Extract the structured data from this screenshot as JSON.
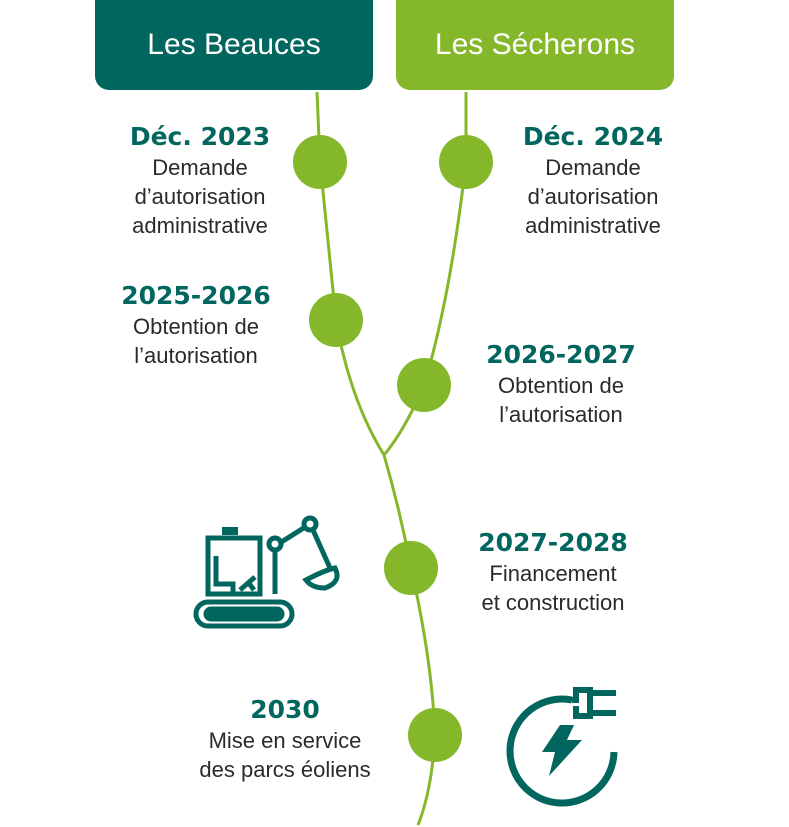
{
  "colors": {
    "teal": "#00665e",
    "green": "#84b82a"
  },
  "headers": {
    "left": "Les Beauces",
    "right": "Les Sécherons"
  },
  "steps": [
    {
      "date": "Déc. 2023",
      "l1": "Demande",
      "l2": "d’autorisation",
      "l3": "administrative"
    },
    {
      "date": "Déc. 2024",
      "l1": "Demande",
      "l2": "d’autorisation",
      "l3": "administrative"
    },
    {
      "date": "2025-2026",
      "l1": "Obtention de",
      "l2": "l’autorisation"
    },
    {
      "date": "2026-2027",
      "l1": "Obtention de",
      "l2": "l’autorisation"
    },
    {
      "date": "2027-2028",
      "l1": "Financement",
      "l2": "et construction"
    },
    {
      "date": "2030",
      "l1": "Mise en service",
      "l2": "des parcs éoliens"
    }
  ],
  "icons": [
    "excavator-icon",
    "plug-lightning-icon"
  ]
}
